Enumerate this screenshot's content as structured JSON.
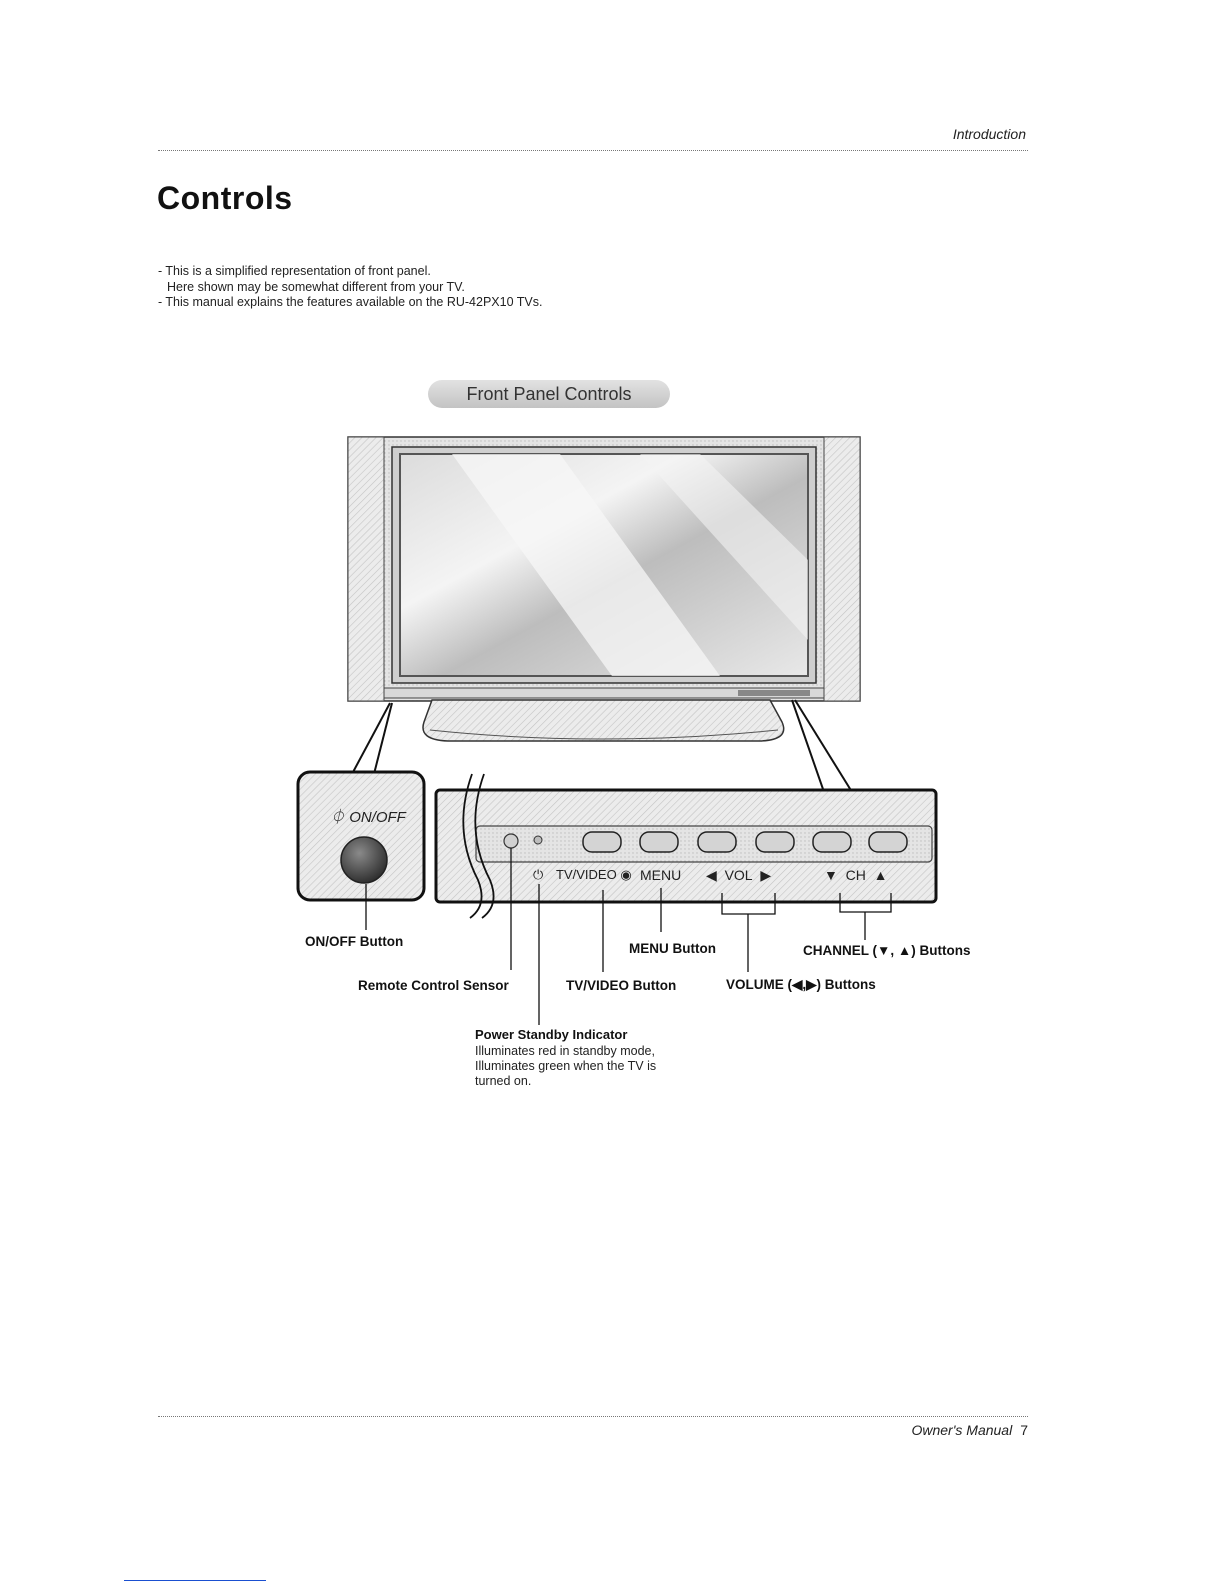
{
  "header": {
    "section": "Introduction"
  },
  "page": {
    "title": "Controls",
    "intro": [
      "- This is a simplified representation of front panel.",
      "Here shown may be somewhat different from your TV.",
      "- This manual explains the features available on the RU-42PX10 TVs."
    ]
  },
  "section_badge": "Front Panel Controls",
  "panel": {
    "onoff_text": "ON/OFF",
    "tvvideo_text": "TV/VIDEO",
    "menu_text": "MENU",
    "vol_text": "VOL",
    "ch_text": "CH"
  },
  "labels": {
    "onoff": "ON/OFF Button",
    "menu": "MENU Button",
    "channel": "CHANNEL (▼, ▲) Buttons",
    "remote": "Remote Control Sensor",
    "tvvideo": "TV/VIDEO Button",
    "volume": "VOLUME (◀,▶) Buttons"
  },
  "standby": {
    "title": "Power Standby Indicator",
    "lines": [
      "Illuminates red in standby mode,",
      "Illuminates green when the TV is",
      "turned on."
    ]
  },
  "footer": {
    "title": "Owner's Manual",
    "page": "7"
  }
}
